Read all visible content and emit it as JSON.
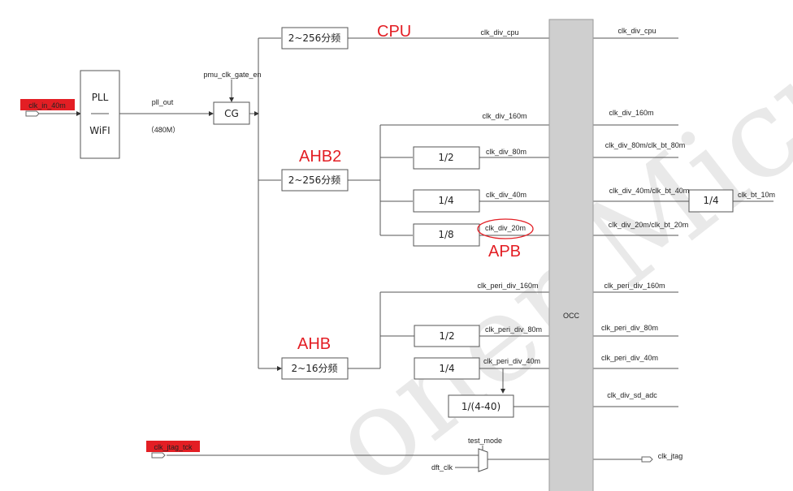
{
  "inputs": {
    "clk_in": "clk_in_40m",
    "clk_jtag": "clk_jtag_tck"
  },
  "pll": {
    "line1": "PLL",
    "line2": "WiFI"
  },
  "signals": {
    "pll_out": "pll_out",
    "freq": "（480M）",
    "pmu_gate": "pmu_clk_gate_en",
    "cg": "CG",
    "test_mode": "test_mode",
    "dft_clk": "dft_clk"
  },
  "dividers": {
    "cpu": "2~256分频",
    "ahb2": "2~256分频",
    "ahb": "2~16分频",
    "half_a": "1/2",
    "quarter_a": "1/4",
    "eighth": "1/8",
    "half_b": "1/2",
    "quarter_b": "1/4",
    "var": "1/(4-40)",
    "bt": "1/4"
  },
  "domains": {
    "cpu": "CPU",
    "ahb2": "AHB2",
    "apb": "APB",
    "ahb": "AHB"
  },
  "occ": {
    "label": "OCC"
  },
  "left_clocks": {
    "cpu": "clk_div_cpu",
    "d160": "clk_div_160m",
    "d80": "clk_div_80m",
    "d40": "clk_div_40m",
    "d20": "clk_div_20m",
    "p160": "clk_peri_div_160m",
    "p80": "clk_peri_div_80m",
    "p40": "clk_peri_div_40m"
  },
  "right_clocks": {
    "cpu": "clk_div_cpu",
    "d160": "clk_div_160m",
    "d80": "clk_div_80m/clk_bt_80m",
    "d40": "clk_div_40m/clk_bt_40m",
    "bt10": "clk_bt_10m",
    "d20": "clk_div_20m/clk_bt_20m",
    "p160": "clk_peri_div_160m",
    "p80": "clk_peri_div_80m",
    "p40": "clk_peri_div_40m",
    "sdadc": "clk_div_sd_adc",
    "jtag": "clk_jtag"
  },
  "watermark": "oner Micro"
}
